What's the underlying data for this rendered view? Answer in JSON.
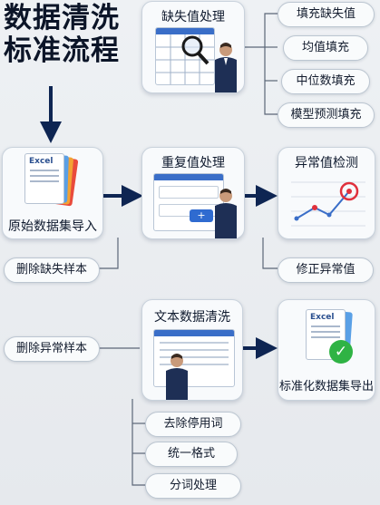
{
  "title": {
    "line1": "数据清洗",
    "line2": "标准流程"
  },
  "cards": {
    "missing": "缺失值处理",
    "source": "原始数据集导入",
    "duplicate": "重复值处理",
    "anomaly": "异常值检测",
    "text": "文本数据清洗",
    "export": "标准化数据集导出"
  },
  "missing_options": [
    "填充缺失值",
    "均值填充",
    "中位数填充",
    "模型预测填充"
  ],
  "delete_missing": "删除缺失样本",
  "fix_anomaly": "修正异常值",
  "delete_anomaly": "删除异常样本",
  "text_options": [
    "去除停用词",
    "统一格式",
    "分词处理"
  ],
  "icons": {
    "excel_label": "Excel"
  },
  "colors": {
    "arrow": "#0e2552",
    "accent": "#3a6ec8",
    "check": "#2fb344",
    "anomaly": "#e0303c"
  }
}
